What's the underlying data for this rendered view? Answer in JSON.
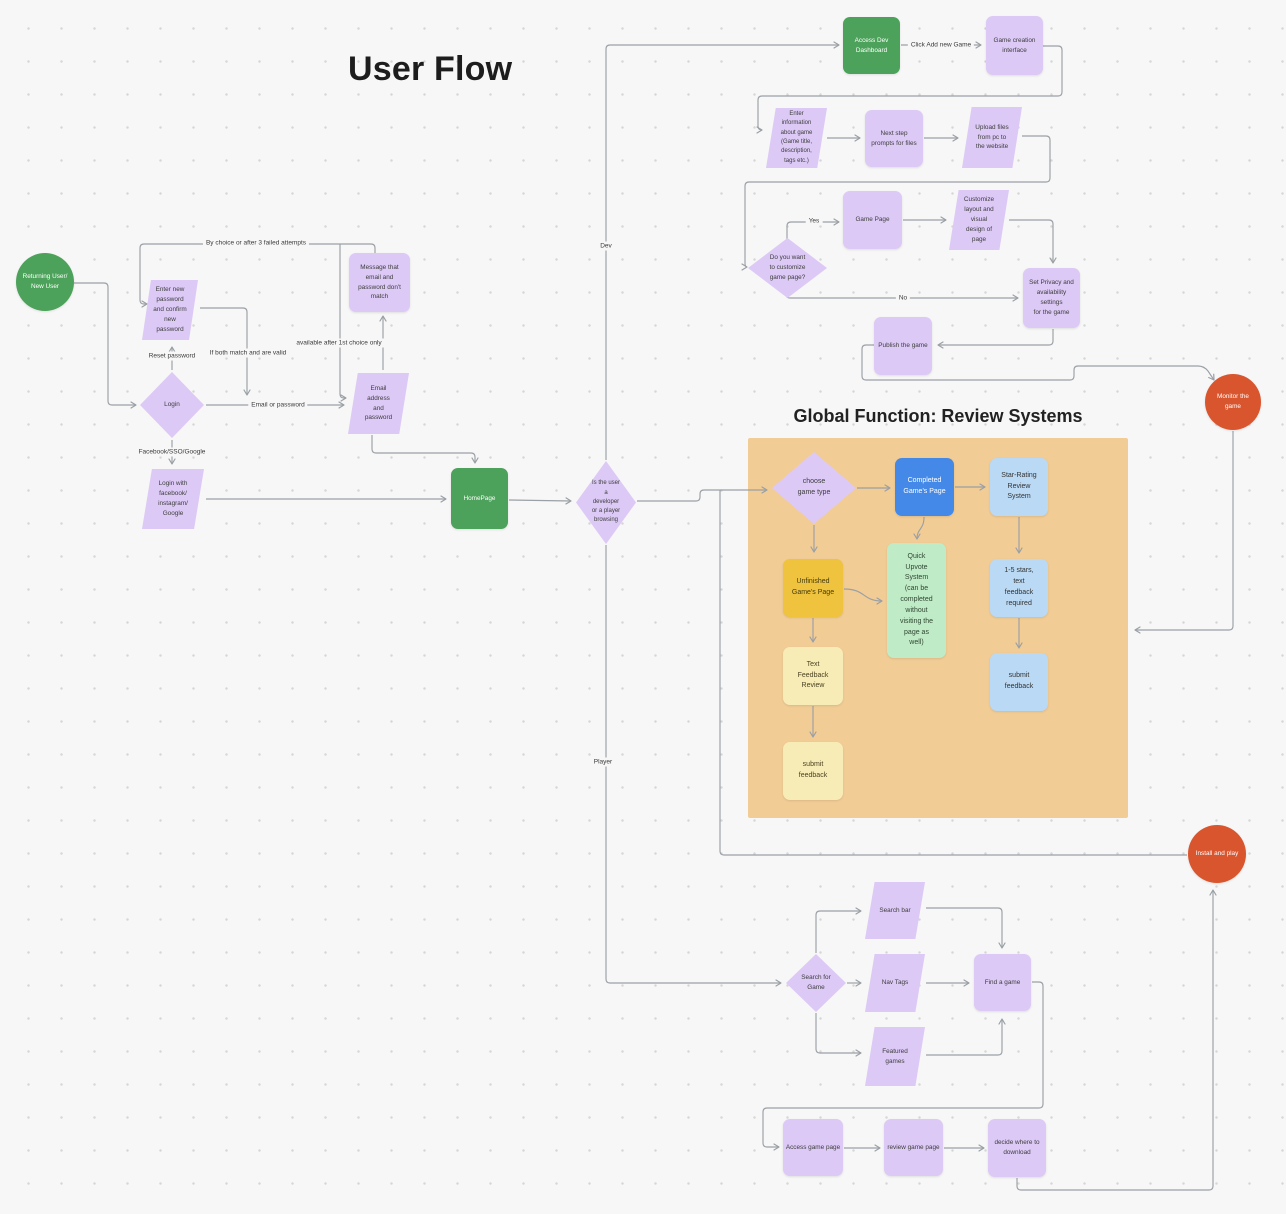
{
  "title": "User Flow",
  "panel": {
    "title": "Global Function: Review Systems"
  },
  "palette": {
    "canvas_bg": "#f7f7f7",
    "dot_grid": "#d6d6d6",
    "shape_purple": "#dcc9f6",
    "shape_green": "#4ca25a",
    "shape_blue": "#4489e8",
    "shape_light_blue": "#bad9f4",
    "shape_gold": "#efc33d",
    "shape_light_yellow": "#f8ecb6",
    "shape_light_green": "#c0ebc7",
    "shape_orange": "#d9552e",
    "panel_bg": "#f2cc95",
    "connector_gray": "#9aa0a5"
  },
  "nodes": {
    "returning_user": {
      "label": "Returning User/\nNew User"
    },
    "enter_new_password": {
      "label": "Enter new\npassword\nand confirm\nnew\npassword"
    },
    "message_box": {
      "label": "Message that\nemail and\npassword don't\nmatch"
    },
    "email_address": {
      "label": "Email\naddress\nand\npassword"
    },
    "login": {
      "label": "Login"
    },
    "login_facebook": {
      "label": "Login with\nfacebook/\ninstagram/\nGoogle"
    },
    "homepage": {
      "label": "HomePage"
    },
    "user_type": {
      "label": "Is the user\na\ndeveloper\nor a player\nbrowsing"
    },
    "access_dev": {
      "label": "Access Dev\nDashboard"
    },
    "game_creation": {
      "label": "Game creation\ninterface"
    },
    "enter_info": {
      "label": "Enter\ninformation\nabout game\n(Game title,\ndescription,\ntags etc.)"
    },
    "next_step": {
      "label": "Next step\nprompts for files"
    },
    "upload_files": {
      "label": "Upload files\nfrom pc to\nthe website"
    },
    "game_page": {
      "label": "Game Page"
    },
    "customize": {
      "label": "Customize\nlayout and\nvisual\ndesign of\npage"
    },
    "customize_q": {
      "label": "Do you want\nto customize\ngame page?"
    },
    "set_privacy": {
      "label": "Set Privacy and\navailability settings\nfor the game"
    },
    "publish": {
      "label": "Publish the game"
    },
    "monitor": {
      "label": "Monitor the\ngame"
    },
    "choose_type": {
      "label": "choose\ngame type"
    },
    "completed_page": {
      "label": "Completed\nGame's Page"
    },
    "star_rating": {
      "label": "Star-Rating\nReview\nSystem"
    },
    "unfinished": {
      "label": "Unfinished\nGame's Page"
    },
    "quick_upvote": {
      "label": "Quick\nUpvote\nSystem\n(can be\ncompleted\nwithout\nvisiting the\npage as\nwell)"
    },
    "stars_feedback": {
      "label": "1-5 stars,\ntext\nfeedback\nrequired"
    },
    "text_feedback": {
      "label": "Text\nFeedback\nReview"
    },
    "submit_blue": {
      "label": "submit\nfeedback"
    },
    "submit_yellow": {
      "label": "submit\nfeedback"
    },
    "install_play": {
      "label": "Install and play"
    },
    "search_game": {
      "label": "Search for\nGame"
    },
    "search_bar": {
      "label": "Search bar"
    },
    "nav_tags": {
      "label": "Nav Tags"
    },
    "featured": {
      "label": "Featured\ngames"
    },
    "find_game": {
      "label": "Find a game"
    },
    "access_game": {
      "label": "Access game page"
    },
    "review_game": {
      "label": "review game page"
    },
    "decide": {
      "label": "decide where to\ndownload"
    }
  },
  "edge_labels": {
    "by_choice": "By choice or after 3 failed attempts",
    "reset_password": "Reset password",
    "if_both_match": "If both match and are valid",
    "available_after": "available after 1st choice only",
    "email_or_password": "Email or password",
    "facebook_sso": "Facebook/SSO/Google",
    "dev": "Dev",
    "player": "Player",
    "click_add": "Click Add new Game",
    "yes": "Yes",
    "no": "No"
  }
}
